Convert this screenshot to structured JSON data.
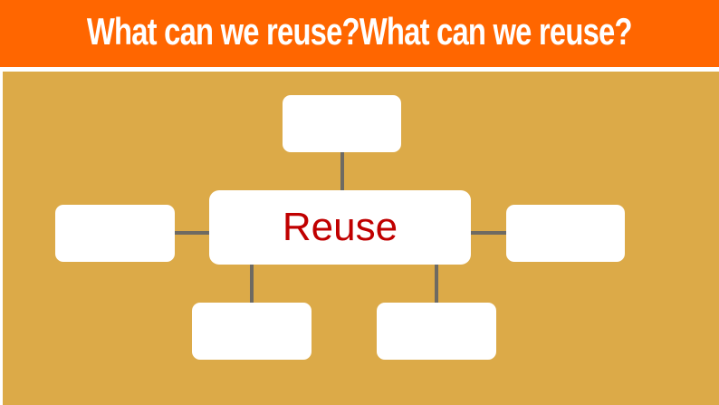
{
  "slide": {
    "title": "What can we reuse?What can we reuse?",
    "colors": {
      "title_bar": "#ff6600",
      "title_text": "#ffffff",
      "panel": "#dcaa48",
      "box": "#ffffff",
      "connector": "#6e6a62",
      "center_text": "#c00000"
    }
  },
  "diagram": {
    "center": {
      "label": "Reuse"
    },
    "branches": [
      {
        "position": "top",
        "label": ""
      },
      {
        "position": "left",
        "label": ""
      },
      {
        "position": "right",
        "label": ""
      },
      {
        "position": "bottom-left",
        "label": ""
      },
      {
        "position": "bottom-right",
        "label": ""
      }
    ]
  }
}
